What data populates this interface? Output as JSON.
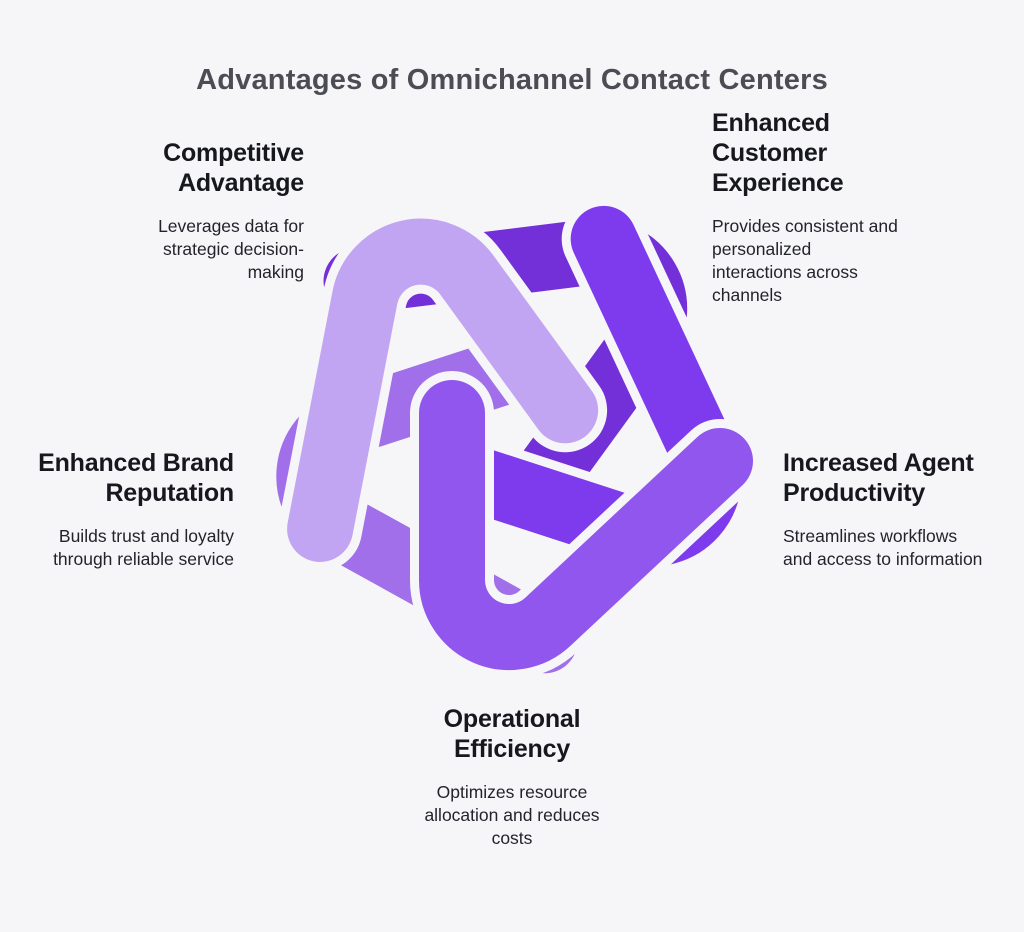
{
  "title": "Advantages of Omnichannel Contact Centers",
  "advantages": {
    "top_left": {
      "heading": "Competitive Advantage",
      "description": "Leverages data for strategic decision-making"
    },
    "top_right": {
      "heading": "Enhanced Customer Experience",
      "description": "Provides consistent and personalized interactions across channels"
    },
    "right": {
      "heading": "Increased Agent Productivity",
      "description": "Streamlines workflows and access to information"
    },
    "bottom": {
      "heading": "Operational Efficiency",
      "description": "Optimizes resource allocation and reduces costs"
    },
    "left": {
      "heading": "Enhanced Brand Reputation",
      "description": "Builds trust and loyalty through reliable service"
    }
  },
  "knot": {
    "icon": "interlocking-loops-star-icon",
    "colors": {
      "top_left": "#c2a5f2",
      "top_right": "#7430d8",
      "right": "#7e3bee",
      "bottom": "#9156ee",
      "left": "#a06fe9"
    }
  },
  "colors": {
    "background": "#f6f6f8",
    "title": "#4c4c54",
    "heading": "#17181e",
    "body": "#23242b"
  }
}
